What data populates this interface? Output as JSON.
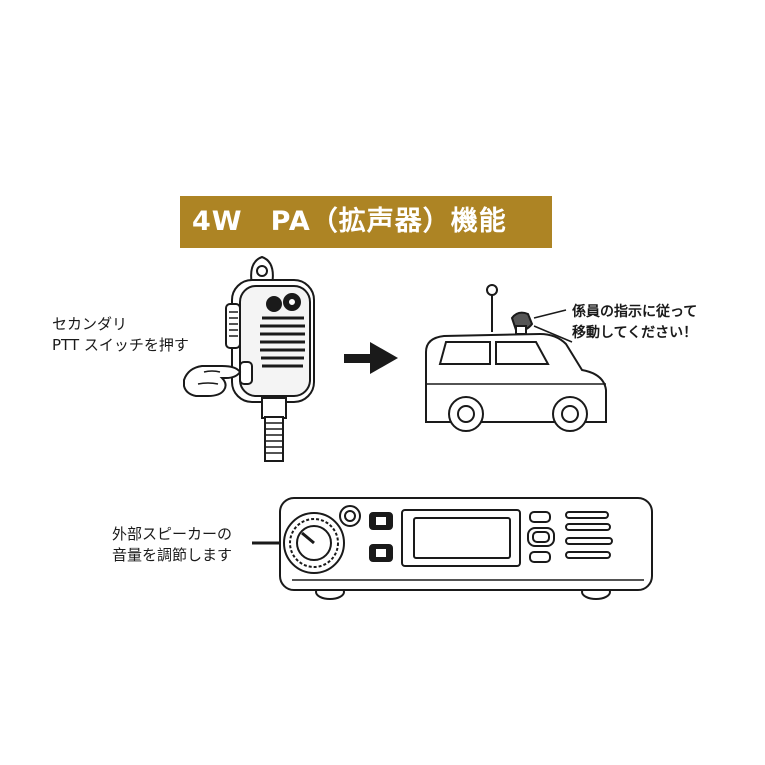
{
  "banner": {
    "title": "4W　PA（拡声器）機能"
  },
  "mic_label": {
    "line1": "セカンダリ",
    "line2": "PTT スイッチを押す"
  },
  "speech": {
    "line1": "係員の指示に従って",
    "line2": "移動してください！"
  },
  "radio_label": {
    "line1": "外部スピーカーの",
    "line2": "音量を調節します"
  },
  "colors": {
    "banner": "#ad8424",
    "line": "#1a1a1a"
  },
  "icons": {
    "microphone": "hand-microphone-icon",
    "hand": "pointing-hand-icon",
    "arrow": "right-arrow-icon",
    "car": "car-with-speaker-icon",
    "radio": "mobile-radio-icon"
  }
}
